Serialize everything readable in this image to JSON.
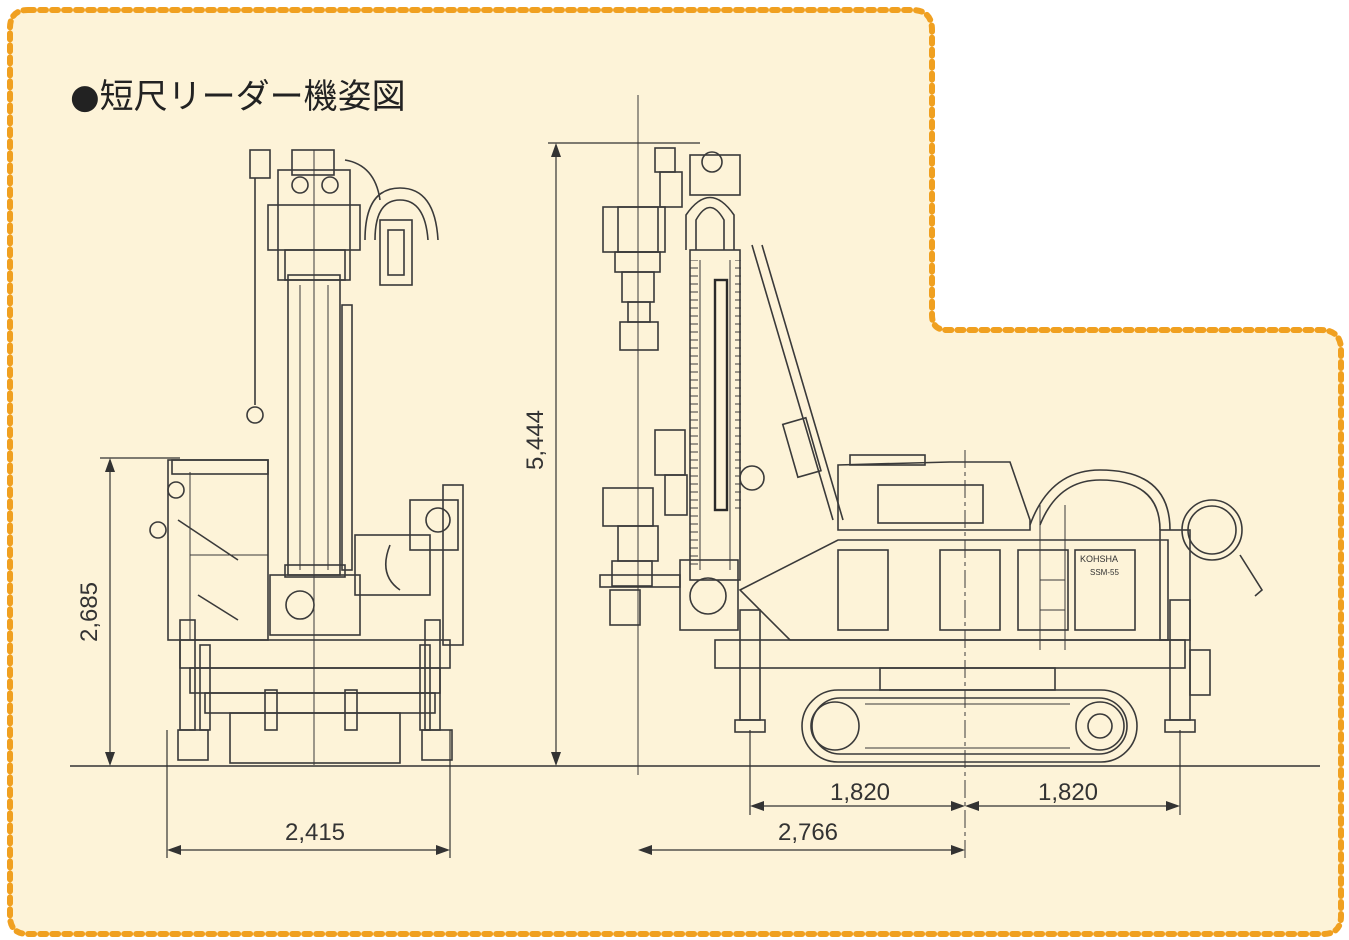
{
  "title": "●短尺リーダー機姿図",
  "colors": {
    "frame": "#f0a020",
    "background": "#fdf3d8",
    "line": "#3a3a3a"
  },
  "dimensions": {
    "front_height": "2,685",
    "front_width": "2,415",
    "side_height": "5,444",
    "side_outrigger_left": "1,820",
    "side_outrigger_right": "1,820",
    "side_front_to_center": "2,766"
  },
  "machine_labels": {
    "brand": "KOHSHA",
    "model": "SSM-55"
  }
}
